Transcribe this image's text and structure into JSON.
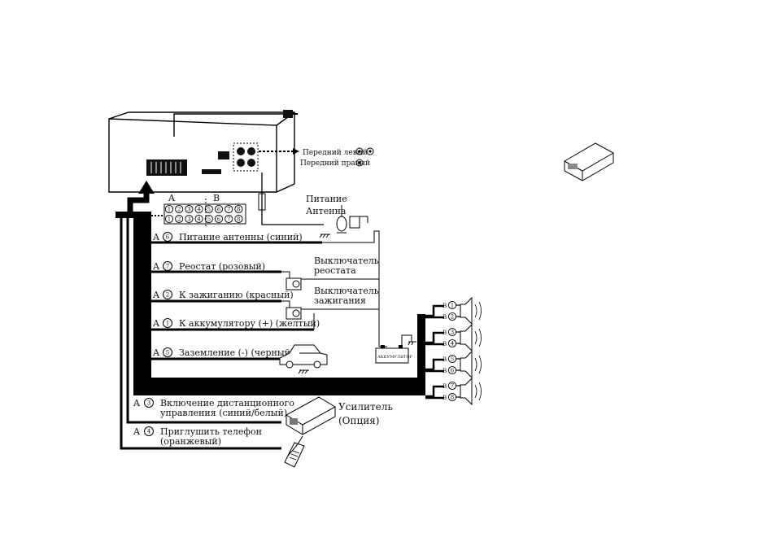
{
  "connector_letters": {
    "a": "A",
    "b": "B"
  },
  "pin_grid": {
    "top": [
      "1",
      "2",
      "3",
      "4",
      "5",
      "6",
      "7",
      "8"
    ],
    "bottom": [
      "1",
      "2",
      "3",
      "4",
      "5",
      "6",
      "7",
      "8"
    ]
  },
  "rca": {
    "front_left": "Передний левый",
    "front_right": "Передний правый"
  },
  "antenna_block": {
    "power": "Питание",
    "antenna": "Антенна"
  },
  "wires": [
    {
      "letter": "A",
      "pin": "6",
      "label": "Питание антенны (синий)"
    },
    {
      "letter": "A",
      "pin": "7",
      "label": "Реостат (розовый)"
    },
    {
      "letter": "A",
      "pin": "2",
      "label": "К зажиганию (красный)"
    },
    {
      "letter": "A",
      "pin": "1",
      "label": "К аккумулятору (+) (желтый)"
    },
    {
      "letter": "A",
      "pin": "5",
      "label": "Заземление (-) (черный)"
    }
  ],
  "switches": {
    "rheostat": [
      "Выключатель",
      "реостата"
    ],
    "ignition": [
      "Выключатель",
      "зажигания"
    ]
  },
  "battery": "АККУМУЛЯТОР",
  "remote": {
    "letter": "A",
    "pin": "3",
    "line1": "Включение дистанционного",
    "line2": "управления (синий/белый)"
  },
  "mute": {
    "letter": "A",
    "pin": "4",
    "line1": "Приглушить телефон",
    "line2": "(оранжевый)"
  },
  "amplifier": {
    "title": "Усилитель",
    "option": "(Опция)"
  },
  "speakers": [
    {
      "letter": "B",
      "pins": [
        "1",
        "2"
      ]
    },
    {
      "letter": "B",
      "pins": [
        "3",
        "4"
      ]
    },
    {
      "letter": "B",
      "pins": [
        "5",
        "6"
      ]
    },
    {
      "letter": "B",
      "pins": [
        "7",
        "8"
      ]
    }
  ]
}
